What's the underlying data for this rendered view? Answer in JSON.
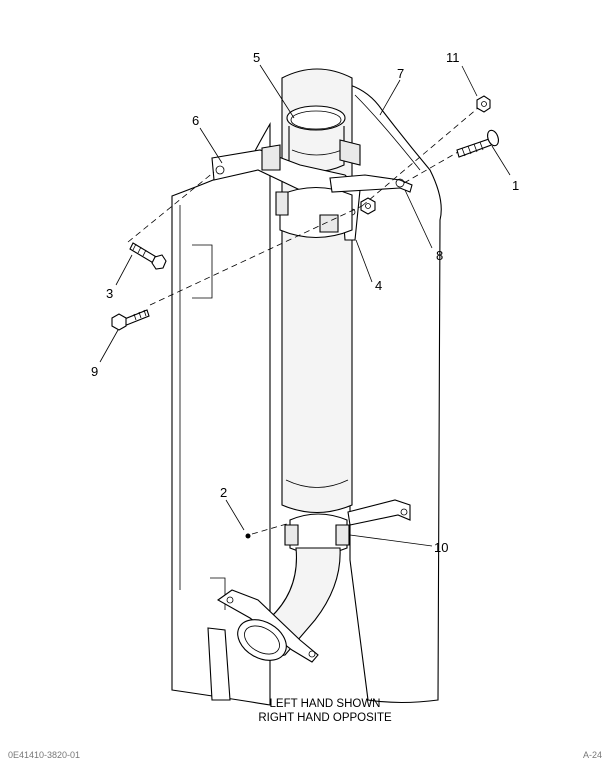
{
  "callouts": [
    {
      "key": "c1",
      "text": "1"
    },
    {
      "key": "c2",
      "text": "2"
    },
    {
      "key": "c3",
      "text": "3"
    },
    {
      "key": "c4",
      "text": "4"
    },
    {
      "key": "c5",
      "text": "5"
    },
    {
      "key": "c6",
      "text": "6"
    },
    {
      "key": "c7",
      "text": "7"
    },
    {
      "key": "c8",
      "text": "8"
    },
    {
      "key": "c9",
      "text": "9"
    },
    {
      "key": "c10",
      "text": "10"
    },
    {
      "key": "c11",
      "text": "11"
    }
  ],
  "caption": {
    "line1": "LEFT HAND SHOWN",
    "line2": "RIGHT HAND OPPOSITE"
  },
  "footer": {
    "left": "0E41410-3820-01",
    "right": "A-24"
  }
}
